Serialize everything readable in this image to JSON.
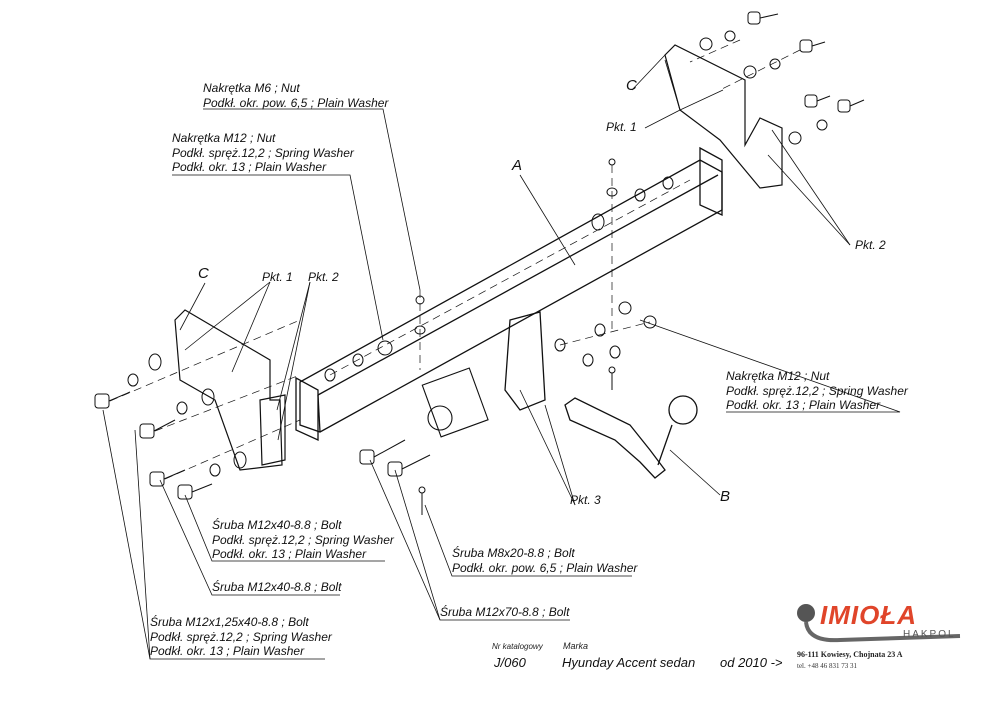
{
  "labels": {
    "nut_m6": [
      "Nakrętka  M6 ; Nut",
      "Podkł. okr. pow. 6,5 ; Plain Washer"
    ],
    "nut_m12_left": [
      "Nakrętka  M12 ; Nut",
      "Podkł. spręż.12,2 ; Spring Washer",
      "Podkł. okr. 13 ; Plain Washer"
    ],
    "nut_m12_right": [
      "Nakrętka  M12 ; Nut",
      "Podkł. spręż.12,2 ; Spring Washer",
      "Podkł. okr. 13 ; Plain Washer"
    ],
    "bolt_m12x40_a": [
      "Śruba M12x40-8.8 ;  Bolt",
      "Podkł. spręż.12,2 ; Spring Washer",
      "Podkł. okr. 13 ; Plain Washer"
    ],
    "bolt_m12x40_b": [
      "Śruba M12x40-8.8 ;  Bolt"
    ],
    "bolt_m12x125": [
      "Śruba M12x1,25x40-8.8 ;  Bolt",
      "Podkł. spręż.12,2 ; Spring Washer",
      "Podkł. okr. 13 ; Plain Washer"
    ],
    "bolt_m8x20": [
      "Śruba M8x20-8.8 ;  Bolt",
      "Podkł. okr. pow. 6,5 ; Plain Washer"
    ],
    "bolt_m12x70": [
      "Śruba M12x70-8.8 ;  Bolt"
    ]
  },
  "part_letters": {
    "a": "A",
    "b": "B",
    "c_left": "C",
    "c_top": "C"
  },
  "points": {
    "pkt1_top": "Pkt. 1",
    "pkt1_left": "Pkt. 1",
    "pkt2_left": "Pkt. 2",
    "pkt2_right": "Pkt. 2",
    "pkt3": "Pkt. 3"
  },
  "footer": {
    "catalog_label": "Nr katalogowy",
    "catalog_value": "J/060",
    "make_label": "Marka",
    "make_value": "Hyunday Accent sedan",
    "year": "od  2010 ->"
  },
  "company": {
    "logo": "IMIOŁA",
    "sub": "HAKPOL",
    "address": "96-111 Kowiesy, Chojnata 23 A",
    "tel": "tel. +48 46 831 73 31",
    "accent": "#e0452a"
  }
}
